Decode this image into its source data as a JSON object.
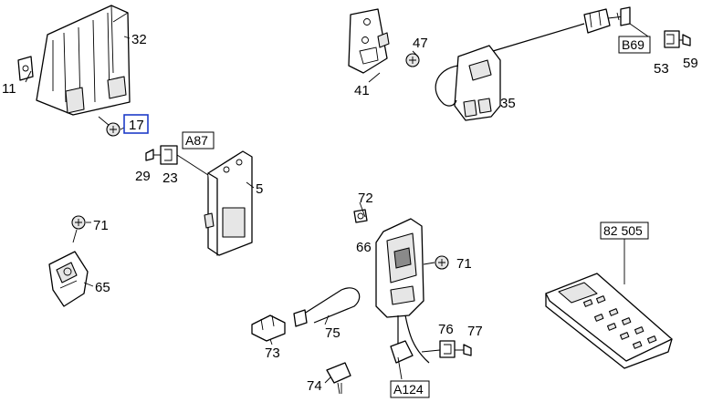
{
  "labels": {
    "p11": "11",
    "p32": "32",
    "p17": "17",
    "p29": "29",
    "p23": "23",
    "p5": "5",
    "p41": "41",
    "p47": "47",
    "p35": "35",
    "p53": "53",
    "p59": "59",
    "p72": "72",
    "p66": "66",
    "p71a": "71",
    "p71b": "71",
    "p65": "65",
    "p75": "75",
    "p73": "73",
    "p74": "74",
    "p76": "76",
    "p77": "77"
  },
  "boxed_labels": {
    "a87": "A87",
    "b69": "B69",
    "a124": "A124",
    "r82505": "82 505"
  },
  "colors": {
    "highlight": "#1e3cc8"
  }
}
